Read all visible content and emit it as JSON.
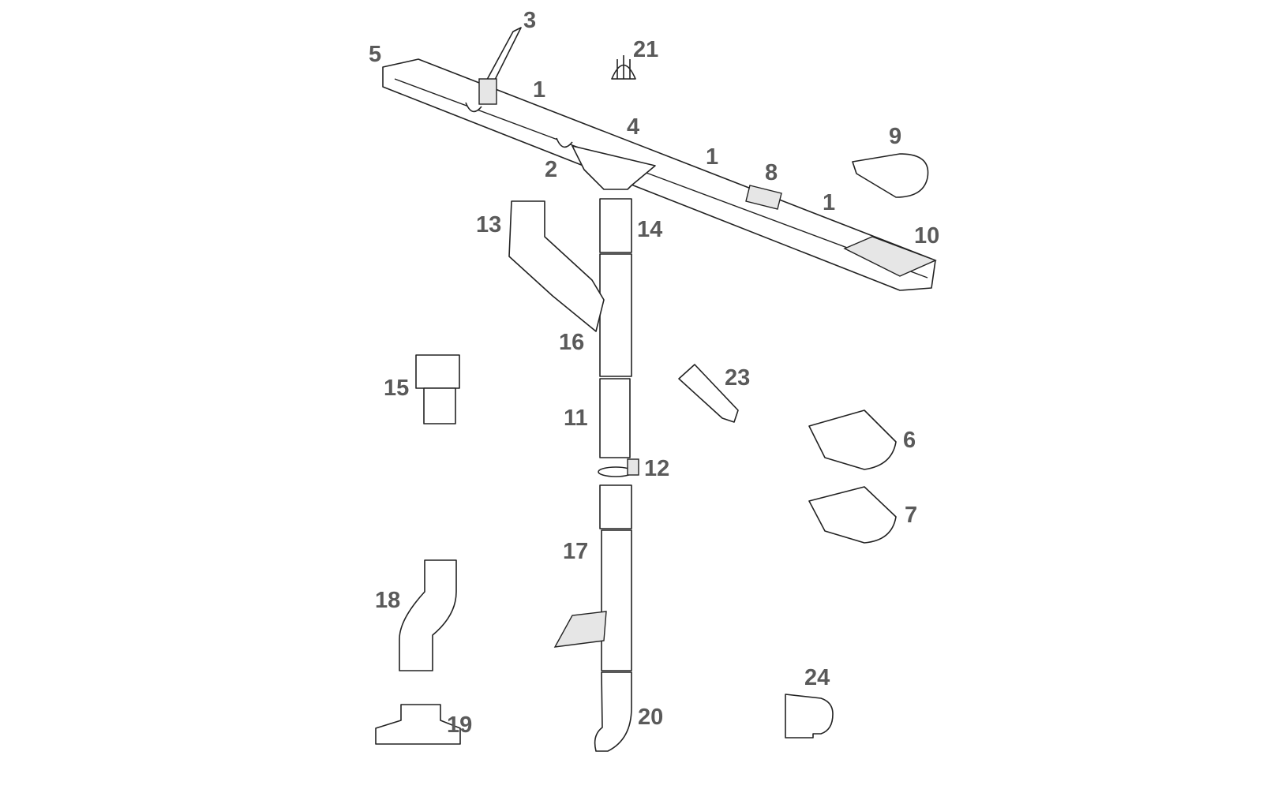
{
  "diagram": {
    "type": "exploded parts diagram",
    "line_color": "#222222",
    "label_color": "#5a5a5a",
    "part_labels": [
      "3",
      "5",
      "21",
      "1",
      "4",
      "9",
      "1",
      "8",
      "2",
      "1",
      "13",
      "14",
      "10",
      "16",
      "23",
      "15",
      "11",
      "6",
      "12",
      "7",
      "17",
      "18",
      "24",
      "20",
      "19"
    ]
  }
}
